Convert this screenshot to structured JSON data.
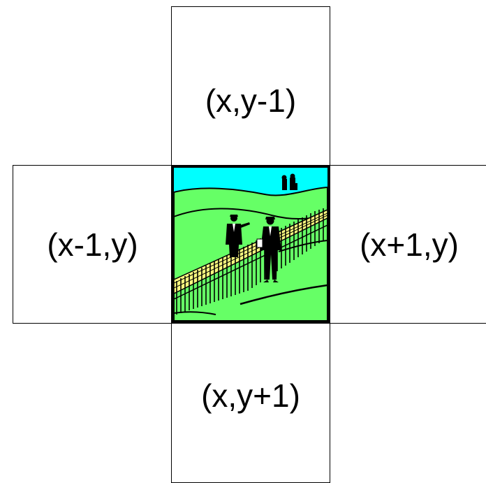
{
  "grid": {
    "top": {
      "label": "(x,y-1)"
    },
    "left": {
      "label": "(x-1,y)"
    },
    "right": {
      "label": "(x+1,y)"
    },
    "bottom": {
      "label": "(x,y+1)"
    },
    "center": {
      "image": "two-businessmen-by-fence-clipart"
    }
  },
  "colors": {
    "sky": "#00ffff",
    "grass": "#66ff66",
    "fence": "#ffff80",
    "border": "#000000"
  }
}
